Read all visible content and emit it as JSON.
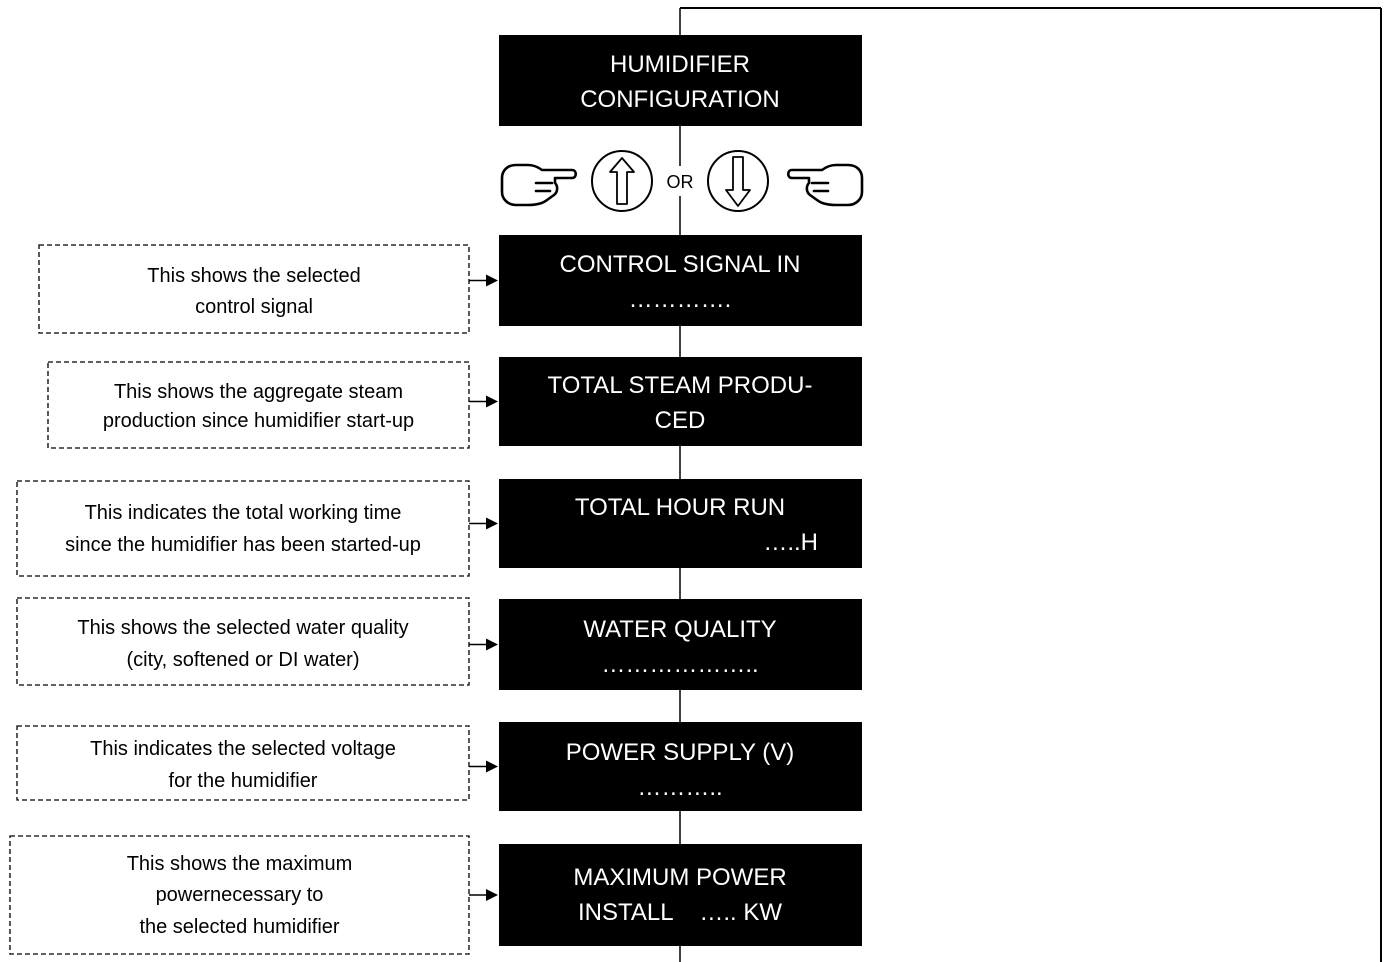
{
  "menu": {
    "title_box": {
      "line1": "HUMIDIFIER",
      "line2": "CONFIGURATION"
    },
    "navigation": {
      "or_label": "OR"
    },
    "items": [
      {
        "line1": "CONTROL SIGNAL IN",
        "line2": "………….",
        "note": [
          "This shows the selected",
          "control signal"
        ]
      },
      {
        "line1": "TOTAL STEAM PRODU-",
        "line2": "CED",
        "note": [
          "This shows the aggregate steam",
          "production since humidifier start-up"
        ]
      },
      {
        "line1": "TOTAL HOUR RUN",
        "line2": "…..H",
        "note": [
          "This indicates the total working time",
          "since the humidifier has been started-up"
        ]
      },
      {
        "line1": "WATER QUALITY",
        "line2": "………………..",
        "note": [
          "This shows the selected water quality",
          "(city, softened or DI water)"
        ]
      },
      {
        "line1": "POWER SUPPLY (V)",
        "line2": "………..",
        "note": [
          "This indicates the selected voltage",
          "for the humidifier"
        ]
      },
      {
        "line1": "MAXIMUM POWER",
        "line2": "INSTALL    ….. KW",
        "note": [
          "This shows the maximum",
          "powernecessary to",
          "the selected humidifier"
        ]
      }
    ]
  }
}
